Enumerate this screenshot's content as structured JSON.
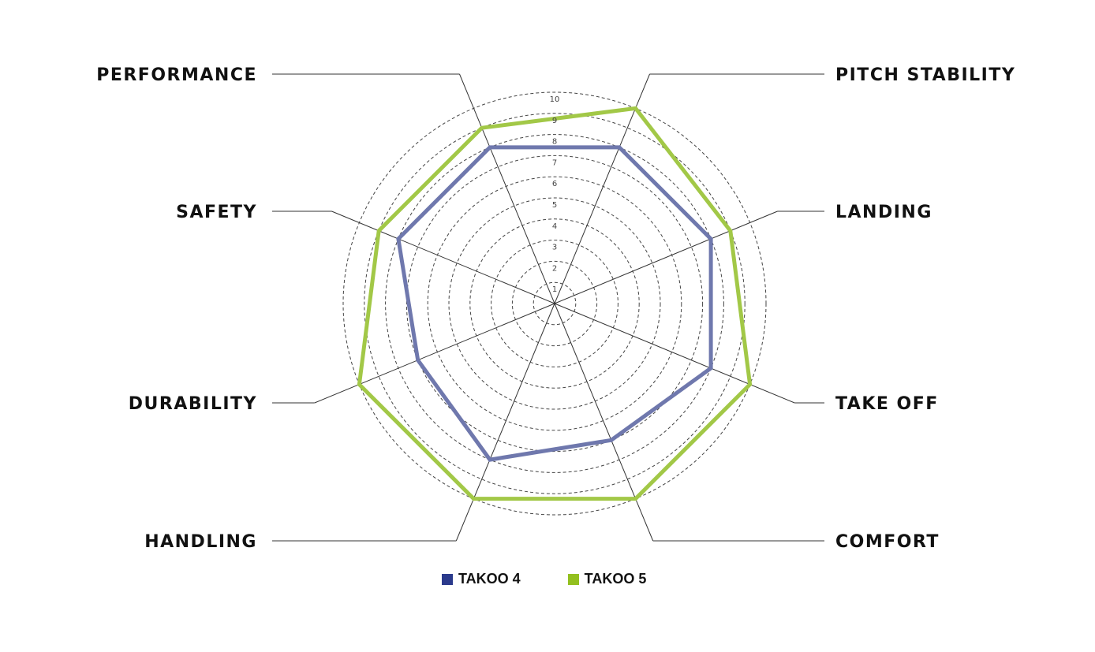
{
  "chart_data": {
    "type": "radar",
    "categories": [
      "PITCH STABILITY",
      "LANDING",
      "TAKE OFF",
      "COMFORT",
      "HANDLING",
      "DURABILITY",
      "SAFETY",
      "PERFORMANCE"
    ],
    "ticks": [
      "1",
      "2",
      "3",
      "4",
      "5",
      "6",
      "7",
      "8",
      "9",
      "10"
    ],
    "range": [
      0,
      10
    ],
    "grid": "dashed circles",
    "legend_position": "bottom",
    "series": [
      {
        "name": "TAKOO 4",
        "color": "#6f78ad",
        "swatch": "#2b3a8c",
        "values": [
          8,
          8,
          8,
          7,
          8,
          7,
          8,
          8
        ]
      },
      {
        "name": "TAKOO 5",
        "color": "#a2c847",
        "swatch": "#93c01f",
        "values": [
          10,
          9,
          10,
          10,
          10,
          10,
          9,
          9
        ]
      }
    ]
  }
}
